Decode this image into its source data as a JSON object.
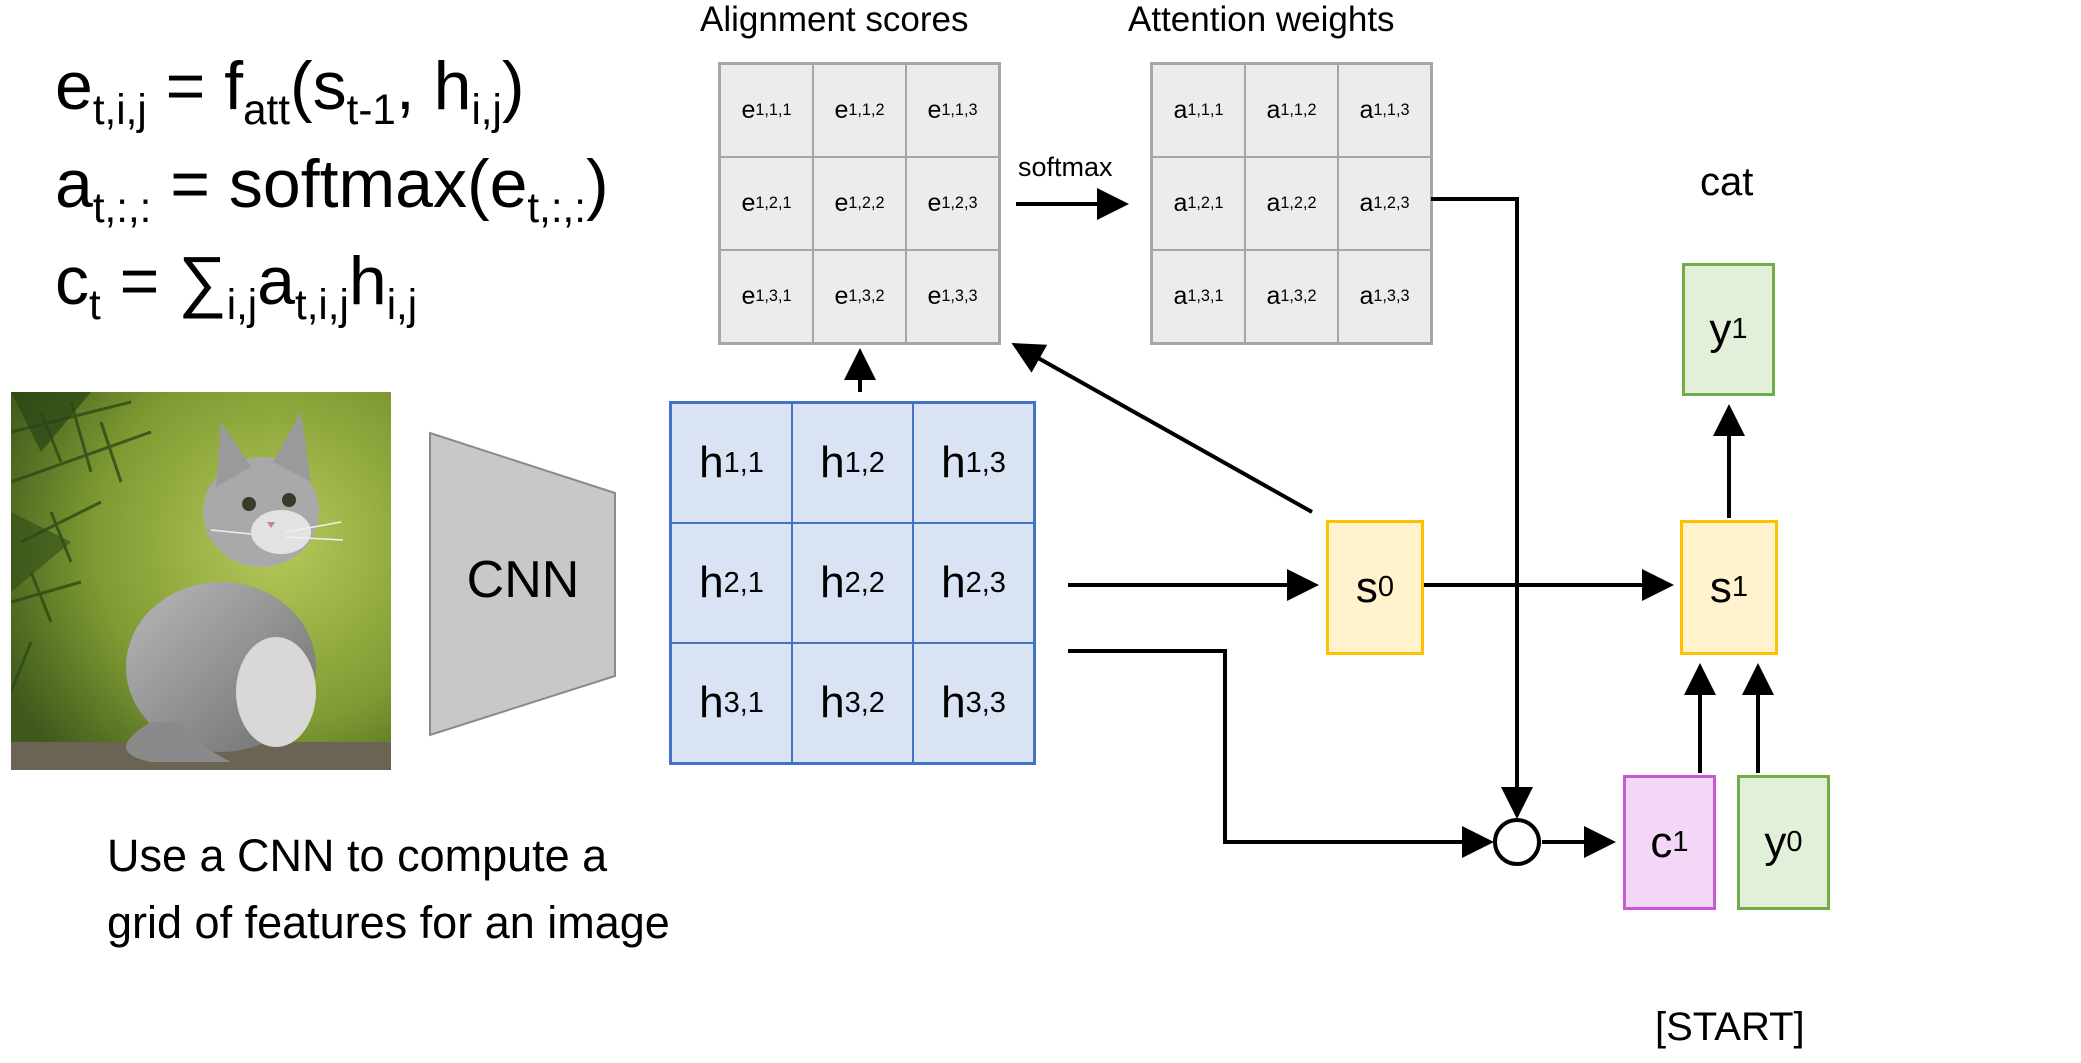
{
  "equations": {
    "line1": {
      "a": "e",
      "a_sub": "t,i,j",
      "b": " = f",
      "b_sub": "att",
      "c": "(s",
      "c_sub": "t-1",
      "d": ", h",
      "d_sub": "i,j",
      "e": ")"
    },
    "line2": {
      "a": "a",
      "a_sub": "t,:,:",
      "b": " = softmax(e",
      "b_sub": "t,:,:",
      "c": ")"
    },
    "line3": {
      "a": "c",
      "a_sub": "t",
      "b": " = ∑",
      "b_sub": "i,j",
      "c": "a",
      "c_sub": "t,i,j",
      "d": "h",
      "d_sub": "i,j"
    }
  },
  "image": {
    "subject": "kitten photo"
  },
  "cnn": {
    "label": "CNN"
  },
  "caption": {
    "line1": "Use a CNN to compute a",
    "line2": "grid of features for an image"
  },
  "alignment": {
    "title": "Alignment scores",
    "base": "e",
    "cells": [
      [
        "1,1,1",
        "1,1,2",
        "1,1,3"
      ],
      [
        "1,2,1",
        "1,2,2",
        "1,2,3"
      ],
      [
        "1,3,1",
        "1,3,2",
        "1,3,3"
      ]
    ]
  },
  "attention": {
    "title": "Attention weights",
    "base": "a",
    "cells": [
      [
        "1,1,1",
        "1,1,2",
        "1,1,3"
      ],
      [
        "1,2,1",
        "1,2,2",
        "1,2,3"
      ],
      [
        "1,3,1",
        "1,3,2",
        "1,3,3"
      ]
    ]
  },
  "softmax_label": "softmax",
  "features": {
    "base": "h",
    "cells": [
      [
        "1,1",
        "1,2",
        "1,3"
      ],
      [
        "2,1",
        "2,2",
        "2,3"
      ],
      [
        "3,1",
        "3,2",
        "3,3"
      ]
    ]
  },
  "nodes": {
    "s0": {
      "base": "s",
      "sub": "0"
    },
    "s1": {
      "base": "s",
      "sub": "1"
    },
    "y1": {
      "base": "y",
      "sub": "1"
    },
    "c1": {
      "base": "c",
      "sub": "1"
    },
    "y0": {
      "base": "y",
      "sub": "0"
    }
  },
  "output_word": "cat",
  "start_token": "[START]",
  "colors": {
    "feature_border": "#4472c4",
    "feature_fill": "#dae3f3",
    "score_fill": "#ececec",
    "score_border": "#a6a6a6",
    "state_fill": "#fff2cc",
    "state_border": "#ffc000",
    "token_fill": "#e2f0d9",
    "token_border": "#70ad47",
    "context_fill": "#f4d7f7",
    "context_border": "#c55ad2",
    "cnn_fill": "#c8c8c8"
  }
}
